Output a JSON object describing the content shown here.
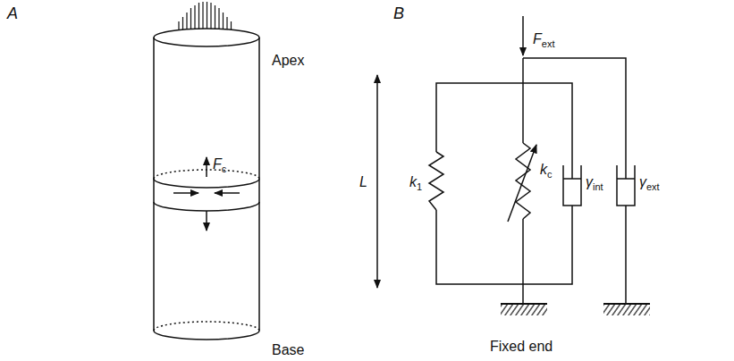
{
  "diagram": {
    "labels": [
      "A",
      "Apex",
      "Fc",
      "Base",
      "B",
      "Fext",
      "L",
      "k1",
      "kc",
      "γint",
      "γext",
      "Fixed end"
    ]
  }
}
